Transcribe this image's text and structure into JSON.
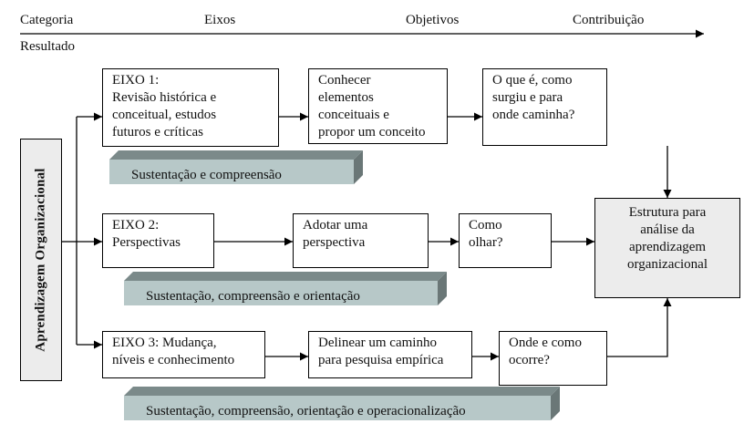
{
  "header": {
    "categoria": "Categoria",
    "eixos": "Eixos",
    "objetivos": "Objetivos",
    "contribuicao": "Contribuição",
    "resultado": "Resultado"
  },
  "category": "Aprendizagem Organizacional",
  "rows": [
    {
      "eixo": [
        "EIXO 1:",
        "Revisão histórica e",
        "conceitual, estudos",
        "futuros e críticas"
      ],
      "objetivo": [
        "Conhecer",
        "elementos",
        "conceituais e",
        "propor um conceito"
      ],
      "contribuicao": [
        "O que é, como",
        "surgiu e para",
        "onde caminha?"
      ],
      "sustentacao": "Sustentação e compreensão"
    },
    {
      "eixo": [
        "EIXO 2:",
        "Perspectivas"
      ],
      "objetivo": [
        "Adotar uma",
        "perspectiva"
      ],
      "contribuicao": [
        "Como",
        "olhar?"
      ],
      "sustentacao": "Sustentação, compreensão e orientação"
    },
    {
      "eixo": [
        "EIXO 3: Mudança,",
        "níveis e conhecimento"
      ],
      "objetivo": [
        "Delinear um caminho",
        "para pesquisa empírica"
      ],
      "contribuicao": [
        "Onde e como",
        "ocorre?"
      ],
      "sustentacao": "Sustentação, compreensão, orientação e operacionalização"
    }
  ],
  "result": [
    "Estrutura para",
    "análise da",
    "aprendizagem",
    "organizacional"
  ]
}
